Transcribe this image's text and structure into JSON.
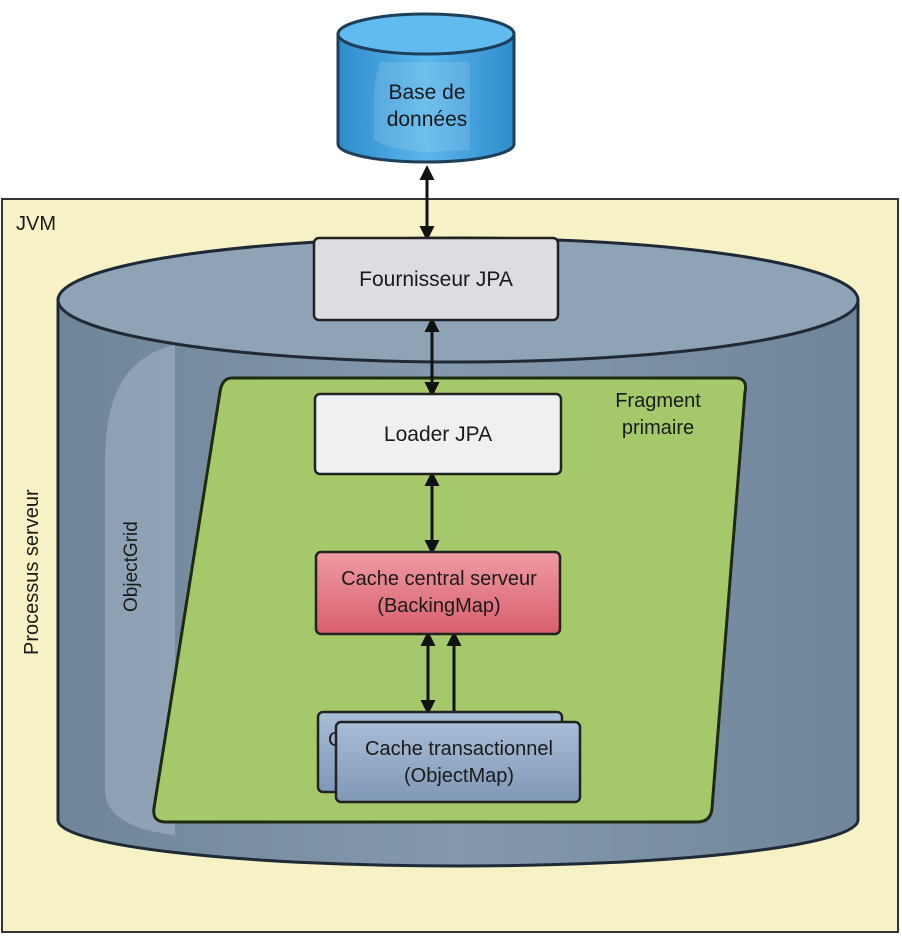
{
  "database": {
    "line1": "Base de",
    "line2": "données"
  },
  "jvm": {
    "label": "JVM"
  },
  "server_process": {
    "label": "Processus serveur"
  },
  "objectgrid": {
    "label": "ObjectGrid"
  },
  "jpa_provider": {
    "label": "Fournisseur JPA"
  },
  "primary_shard": {
    "line1": "Fragment",
    "line2": "primaire"
  },
  "jpa_loader": {
    "label": "Loader JPA"
  },
  "server_cache": {
    "line1": "Cache central serveur",
    "line2": "(BackingMap)"
  },
  "transaction_cache": {
    "back_text": "C",
    "line1": "Cache transactionnel",
    "line2": "(ObjectMap)"
  },
  "colors": {
    "database": "#3c9fdc",
    "jvm_box": "#f7f2c6",
    "cylinder": "#7a8fa3",
    "fragment": "#a5c96a",
    "provider_box": "#dedbe2",
    "loader_box": "#eef0f2",
    "server_cache": "#e0707c",
    "transaction_cache": "#8ea6c2"
  }
}
